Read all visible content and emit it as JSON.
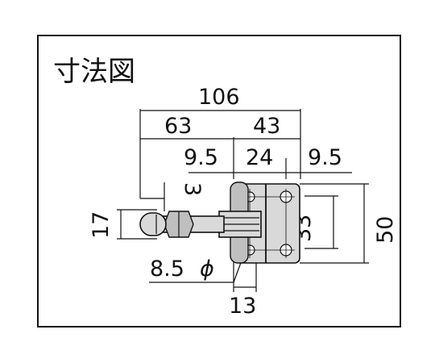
{
  "title": "寸法図",
  "dimensions": {
    "overall_length": "106",
    "left_length": "63",
    "right_length": "43",
    "left_offset": "9.5",
    "base_width": "24",
    "right_offset": "9.5",
    "handle_height": "17",
    "handle_small": "3",
    "hole_spacing": "33",
    "base_height": "50",
    "hole_diameter": "8.5",
    "hole_diameter_symbol": "ϕ",
    "bottom_width": "13"
  }
}
